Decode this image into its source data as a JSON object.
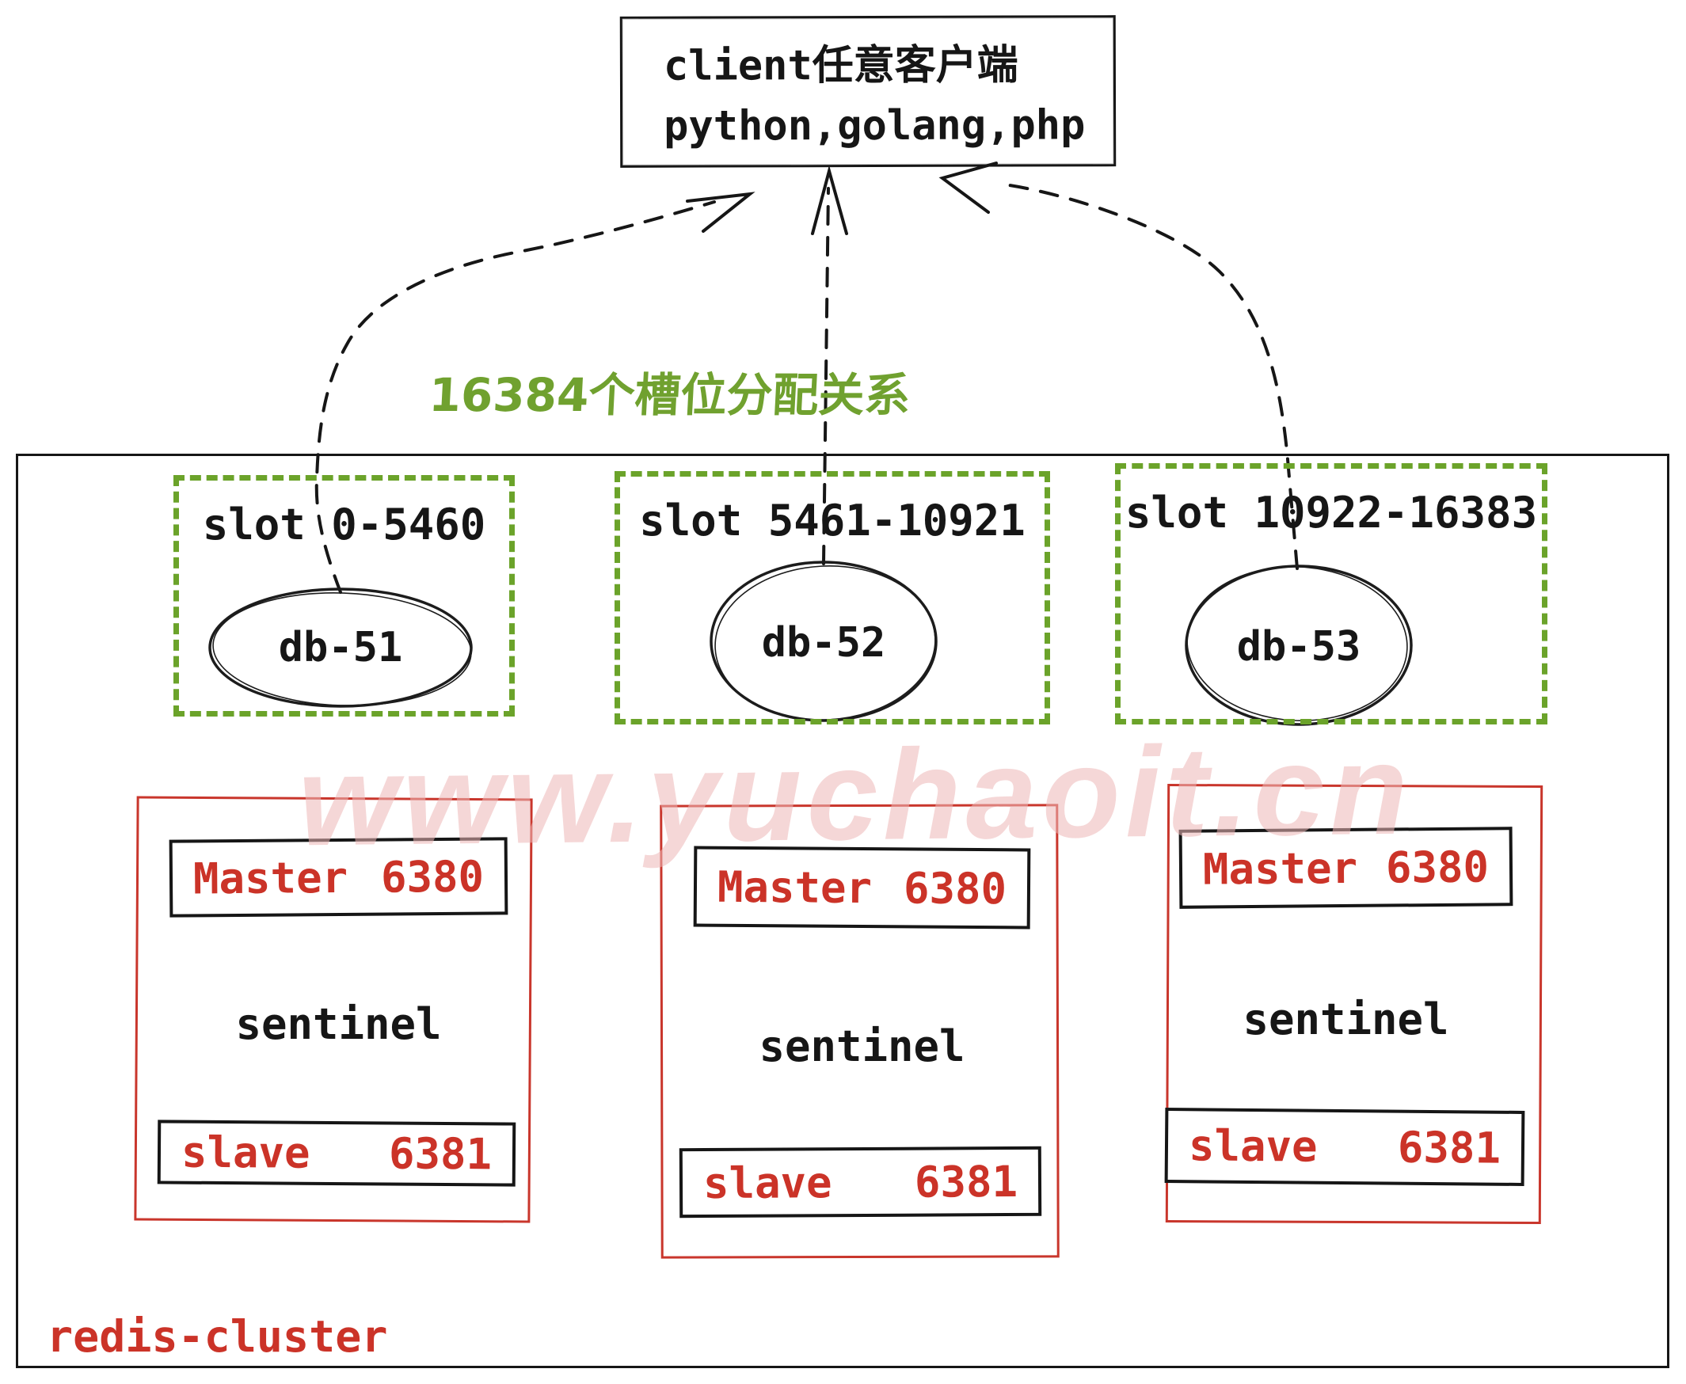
{
  "client": {
    "line1": "client任意客户端",
    "line2": "python,golang,php"
  },
  "slots_note": "16384个槽位分配关系",
  "groups": [
    {
      "slot_label": "slot 0-5460",
      "db": "db-51"
    },
    {
      "slot_label": "slot 5461-10921",
      "db": "db-52"
    },
    {
      "slot_label": "slot 10922-16383",
      "db": "db-53"
    }
  ],
  "nodes": [
    {
      "master_label": "Master",
      "master_port": "6380",
      "middle_label": "sentinel",
      "slave_label": "slave",
      "slave_port": "6381"
    },
    {
      "master_label": "Master",
      "master_port": "6380",
      "middle_label": "sentinel",
      "slave_label": "slave",
      "slave_port": "6381"
    },
    {
      "master_label": "Master",
      "master_port": "6380",
      "middle_label": "sentinel",
      "slave_label": "slave",
      "slave_port": "6381"
    }
  ],
  "outer_label": "redis-cluster",
  "watermark": "www.yuchaoit.cn",
  "colors": {
    "green": "#6ba32a",
    "green_text": "#70a12f",
    "red": "#c9362c",
    "red_text": "#cb3328",
    "ink": "#161616",
    "watermark_pink": "#eeb7b7"
  }
}
